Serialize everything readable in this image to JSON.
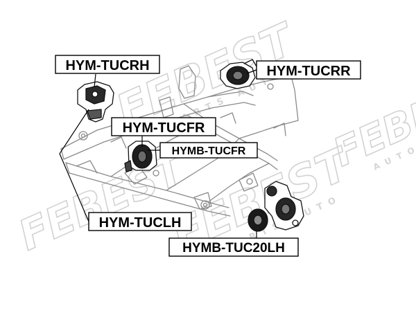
{
  "watermark": {
    "brand": "FEBEST",
    "brand_partial": "FEBE",
    "tagline": "PARTS AUTO",
    "tagline_partial": "AUTO"
  },
  "labels": {
    "hym_tucrh": "HYM-TUCRH",
    "hym_tucrr": "HYM-TUCRR",
    "hym_tucfr": "HYM-TUCFR",
    "hymb_tucfr": "HYMB-TUCFR",
    "hym_tuclh": "HYM-TUCLH",
    "hymb_tuc20lh": "HYMB-TUC20LH"
  }
}
